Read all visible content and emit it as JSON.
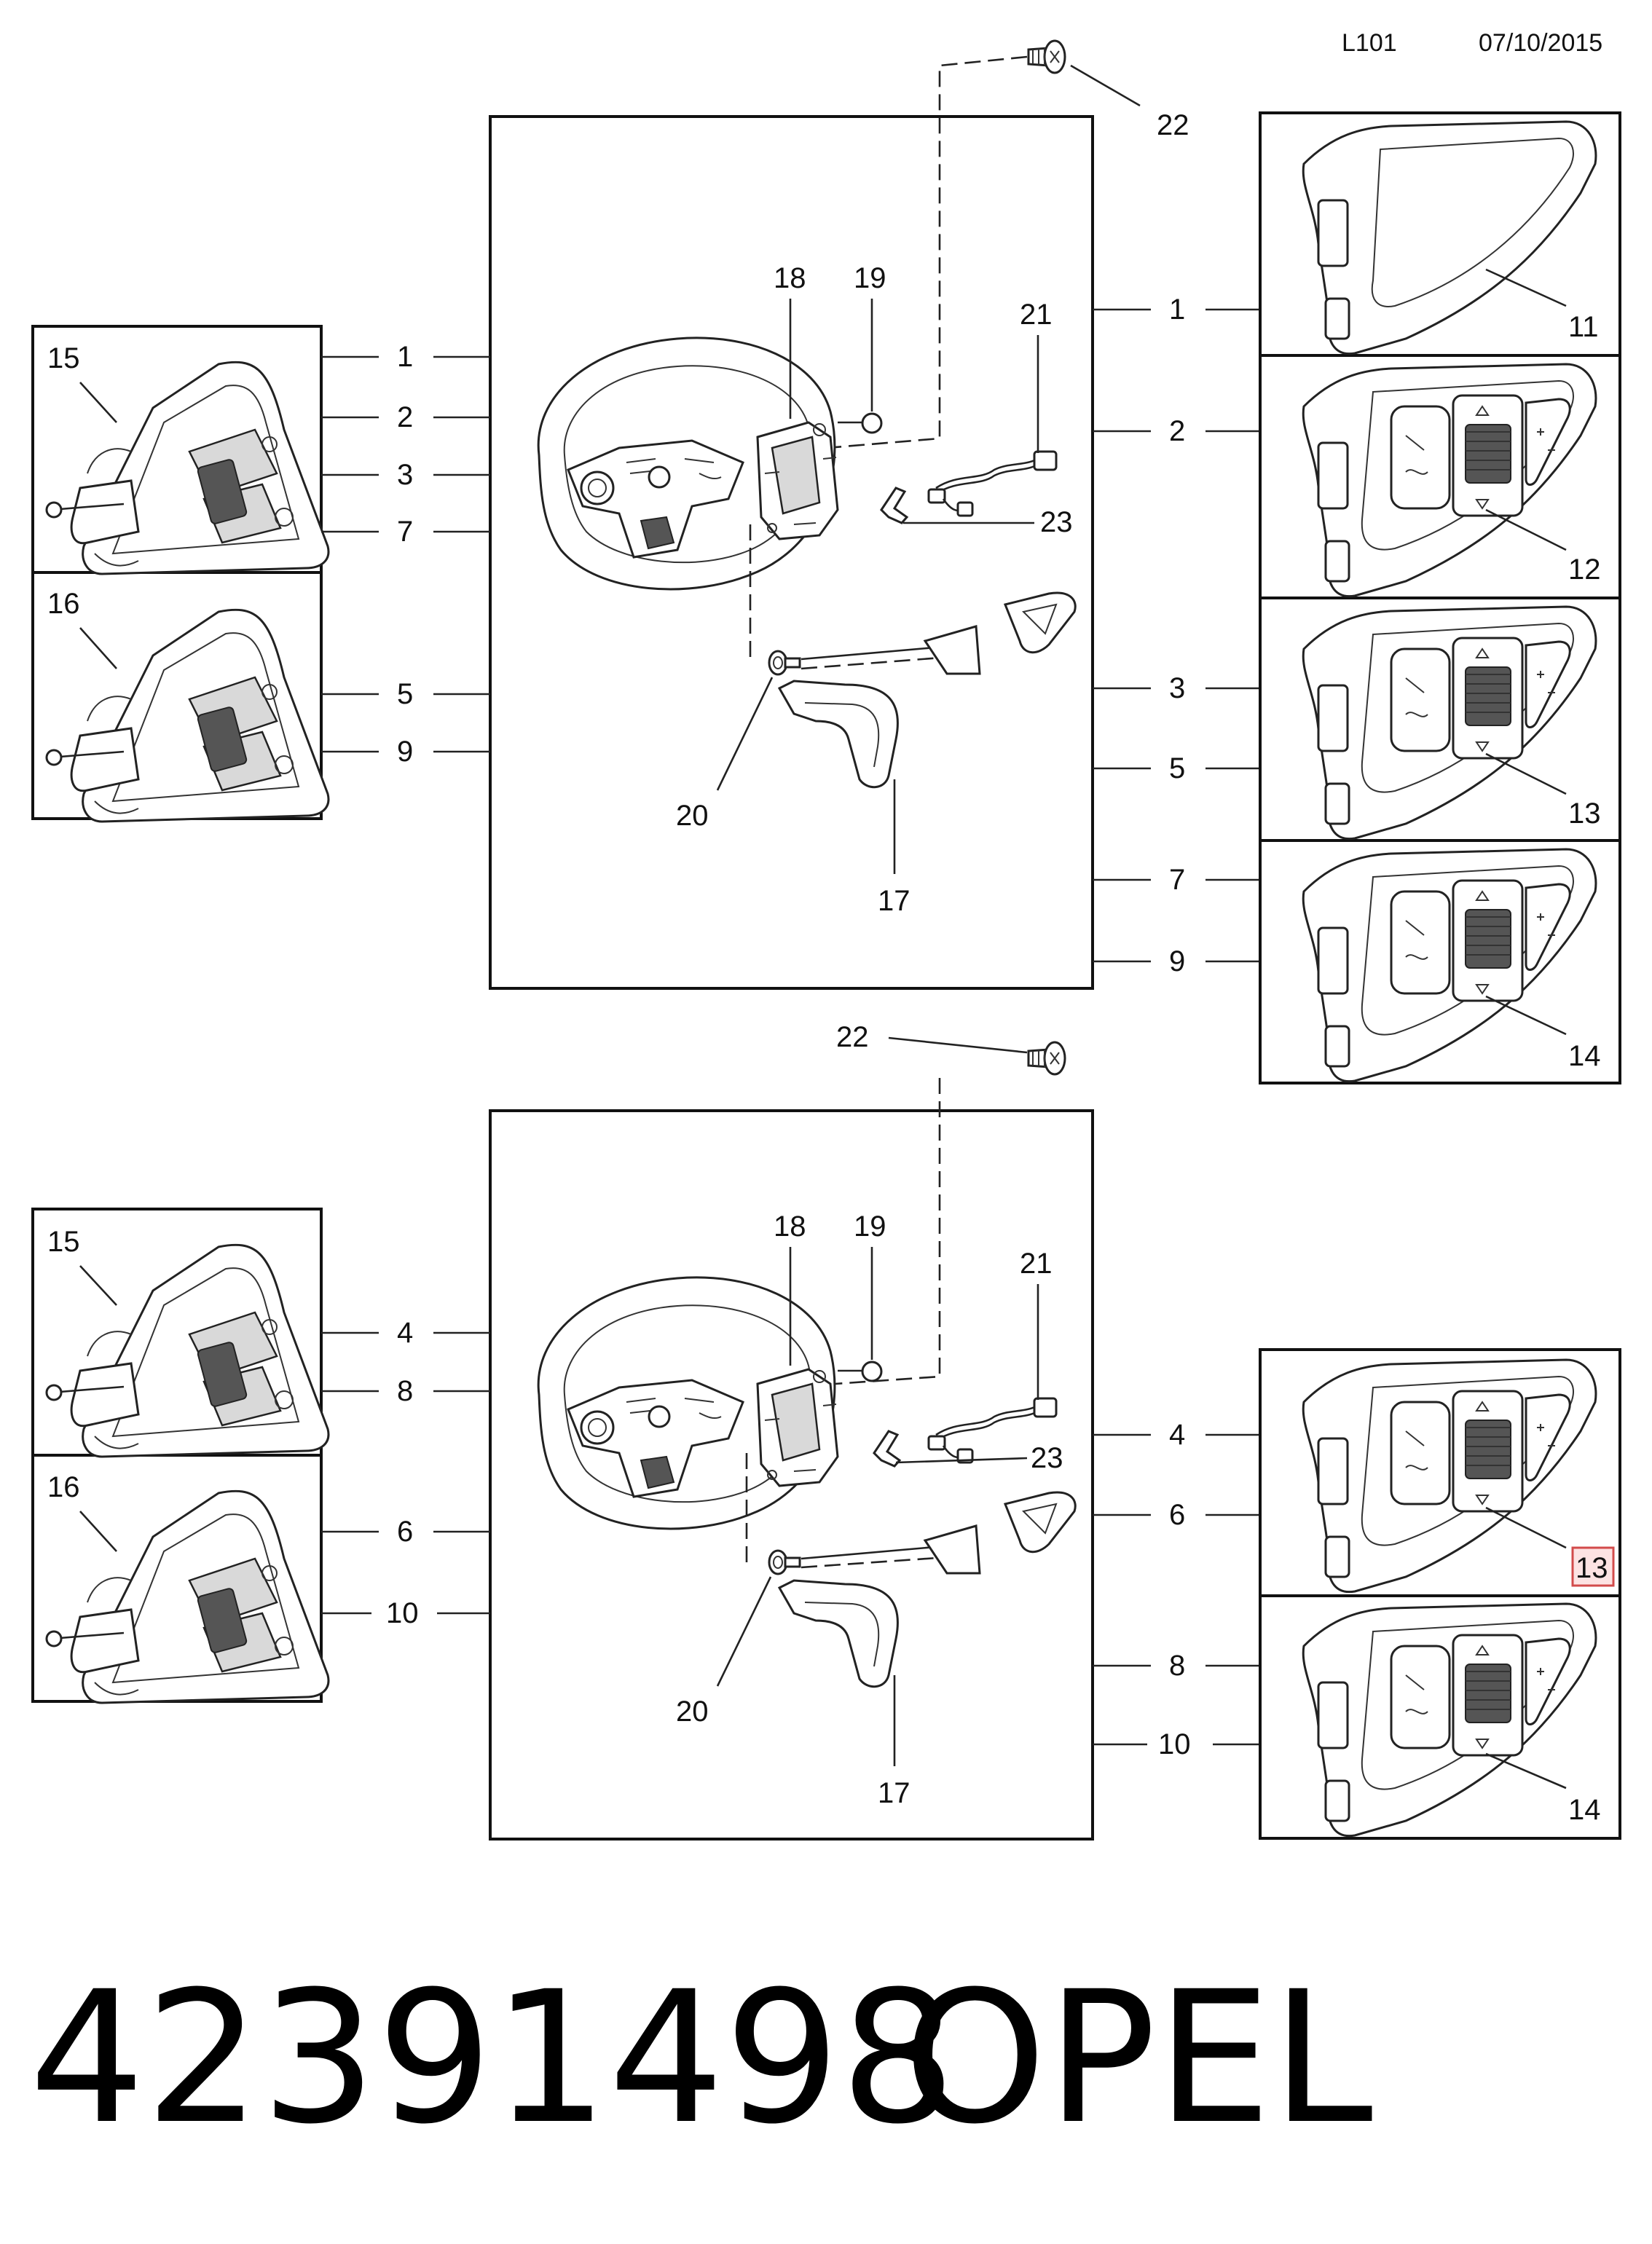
{
  "header": {
    "ref": "L101",
    "date": "07/10/2015"
  },
  "footer": {
    "part_number": "42391498",
    "brand": "OPEL"
  },
  "top_assembly": {
    "callouts": {
      "screw": "22",
      "bracket": "18",
      "nut": "19",
      "harness": "21",
      "clip": "23",
      "fastener": "20",
      "trim": "17"
    },
    "left_links": [
      "1",
      "2",
      "3",
      "7",
      "5",
      "9"
    ],
    "right_links": [
      "1",
      "2",
      "3",
      "5",
      "7",
      "9"
    ],
    "left_panels": [
      {
        "number": "15"
      },
      {
        "number": "16"
      }
    ],
    "right_panels": [
      {
        "number": "11"
      },
      {
        "number": "12"
      },
      {
        "number": "13"
      },
      {
        "number": "14"
      }
    ]
  },
  "bottom_assembly": {
    "callouts": {
      "screw": "22",
      "bracket": "18",
      "nut": "19",
      "harness": "21",
      "clip": "23",
      "fastener": "20",
      "trim": "17"
    },
    "left_links": [
      "4",
      "8",
      "6",
      "10"
    ],
    "right_links": [
      "4",
      "6",
      "8",
      "10"
    ],
    "left_panels": [
      {
        "number": "15"
      },
      {
        "number": "16"
      }
    ],
    "right_panels": [
      {
        "number": "13",
        "highlighted": true
      },
      {
        "number": "14"
      }
    ]
  }
}
